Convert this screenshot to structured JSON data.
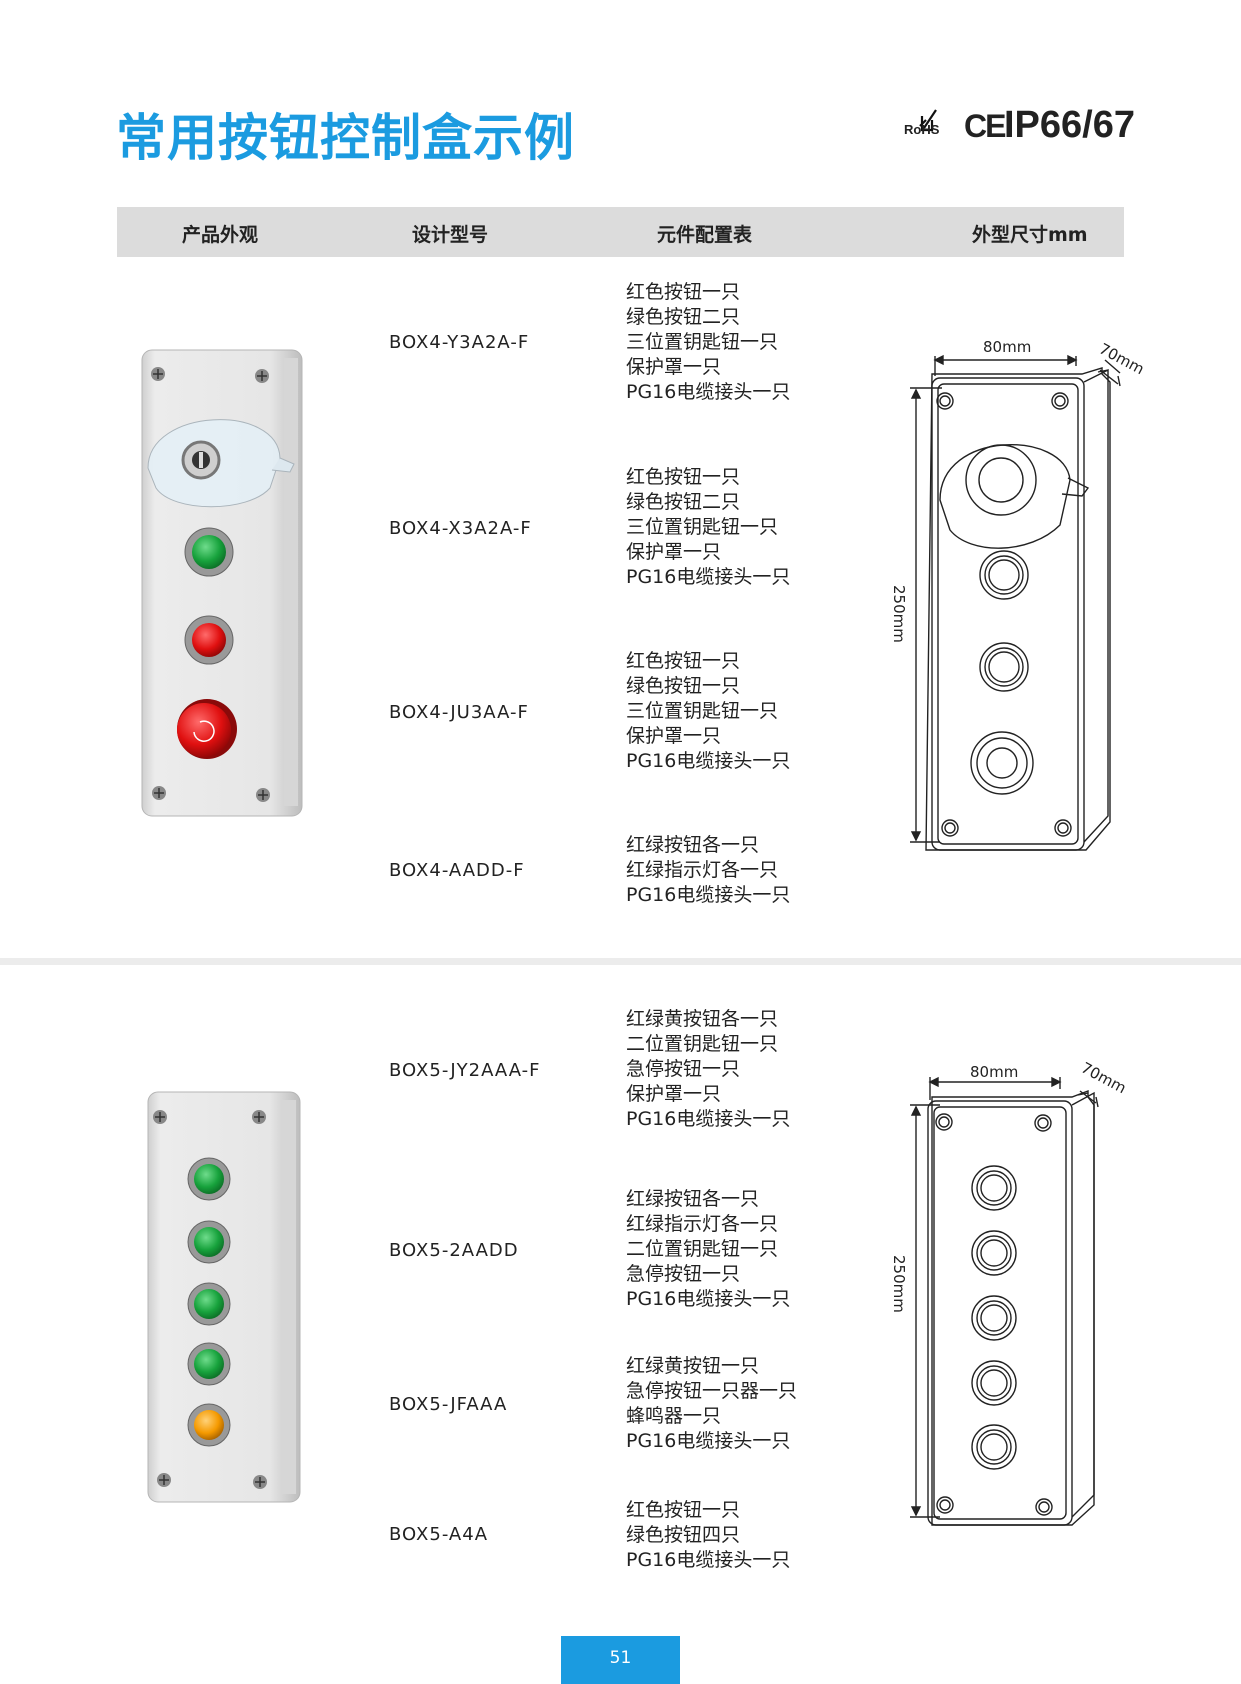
{
  "page": {
    "title": "常用按钮控制盒示例",
    "certs": {
      "rohs": "RoHS",
      "ce": "CE",
      "ip": "IP66/67"
    },
    "page_number": "51"
  },
  "table_header": {
    "col1": "产品外观",
    "col2": "设计型号",
    "col3": "元件配置表",
    "col4": "外型尺寸mm"
  },
  "section1": {
    "rows": [
      {
        "model": "BOX4-Y3A2A-F",
        "config": [
          "红色按钮一只",
          "绿色按钮二只",
          "三位置钥匙钮一只",
          "保护罩一只",
          "PG16电缆接头一只"
        ]
      },
      {
        "model": "BOX4-X3A2A-F",
        "config": [
          "红色按钮一只",
          "绿色按钮二只",
          "三位置钥匙钮一只",
          "保护罩一只",
          "PG16电缆接头一只"
        ]
      },
      {
        "model": "BOX4-JU3AA-F",
        "config": [
          "红色按钮一只",
          "绿色按钮一只",
          "三位置钥匙钮一只",
          "保护罩一只",
          "PG16电缆接头一只"
        ]
      },
      {
        "model": "BOX4-AADD-F",
        "config": [
          "红绿按钮各一只",
          "红绿指示灯各一只",
          "PG16电缆接头一只"
        ]
      }
    ],
    "dims": {
      "width": "80mm",
      "depth": "70mm",
      "height": "250mm"
    }
  },
  "section2": {
    "rows": [
      {
        "model": "BOX5-JY2AAA-F",
        "config": [
          "红绿黄按钮各一只",
          "二位置钥匙钮一只",
          "急停按钮一只",
          "保护罩一只",
          "PG16电缆接头一只"
        ]
      },
      {
        "model": "BOX5-2AADD",
        "config": [
          "红绿按钮各一只",
          "红绿指示灯各一只",
          "二位置钥匙钮一只",
          "急停按钮一只",
          "PG16电缆接头一只"
        ]
      },
      {
        "model": "BOX5-JFAAA",
        "config": [
          "红绿黄按钮一只",
          "急停按钮一只器一只",
          "蜂鸣器一只",
          "PG16电缆接头一只"
        ]
      },
      {
        "model": "BOX5-A4A",
        "config": [
          "红色按钮一只",
          "绿色按钮四只",
          "PG16电缆接头一只"
        ]
      }
    ],
    "dims": {
      "width": "80mm",
      "depth": "70mm",
      "height": "250mm"
    }
  },
  "colors": {
    "accent": "#1b9be0",
    "header_bg": "#dcdcdc",
    "button_green": "#1aa845",
    "button_red": "#e01010",
    "button_amber": "#f59a00"
  }
}
